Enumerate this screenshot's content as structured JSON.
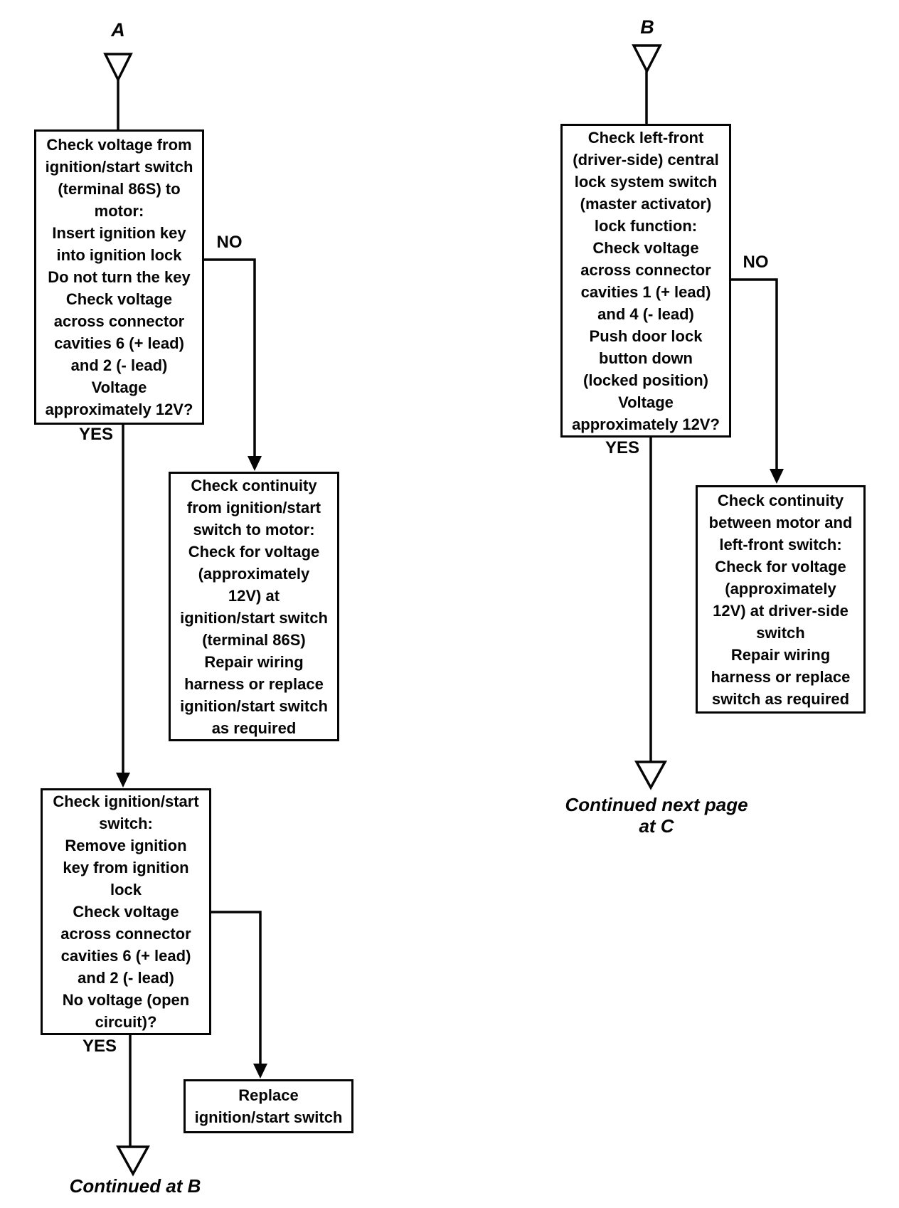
{
  "page": {
    "background_color": "#ffffff",
    "ink_color": "#050505",
    "description": "Troubleshooting flowchart, two columns, continued from connectors A and B"
  },
  "connectors": {
    "a_label": "A",
    "b_label": "B",
    "continued_left": "Continued at B",
    "continued_right": "Continued next page\nat C"
  },
  "branch_labels": {
    "a1_yes": "YES",
    "a1_no": "NO",
    "a3_yes": "YES",
    "b1_yes": "YES",
    "b1_no": "NO"
  },
  "nodes": {
    "a1": {
      "text": "Check voltage from\nignition/start switch\n(terminal 86S) to\nmotor:\nInsert ignition key\ninto ignition lock\nDo not turn the key\nCheck voltage\nacross connector\ncavities 6 (+ lead)\nand 2 (- lead)\nVoltage\napproximately 12V?"
    },
    "a2": {
      "text": "Check continuity\nfrom ignition/start\nswitch to motor:\nCheck for voltage\n(approximately\n12V) at\nignition/start switch\n(terminal 86S)\nRepair wiring\nharness or replace\nignition/start switch\nas required"
    },
    "a3": {
      "text": "Check ignition/start\nswitch:\nRemove ignition\nkey from ignition\nlock\nCheck voltage\nacross connector\ncavities 6 (+ lead)\nand 2 (- lead)\nNo voltage (open\ncircuit)?"
    },
    "replace": {
      "text": "Replace\nignition/start switch"
    },
    "b1": {
      "text": "Check left-front\n(driver-side) central\nlock system switch\n(master activator)\nlock function:\nCheck voltage\nacross connector\ncavities 1 (+ lead)\nand 4 (- lead)\nPush door lock\nbutton down\n(locked position)\nVoltage\napproximately 12V?"
    },
    "b2": {
      "text": "Check continuity\nbetween motor and\nleft-front switch:\nCheck for voltage\n(approximately\n12V) at driver-side\nswitch\nRepair wiring\nharness or replace\nswitch as required"
    }
  }
}
